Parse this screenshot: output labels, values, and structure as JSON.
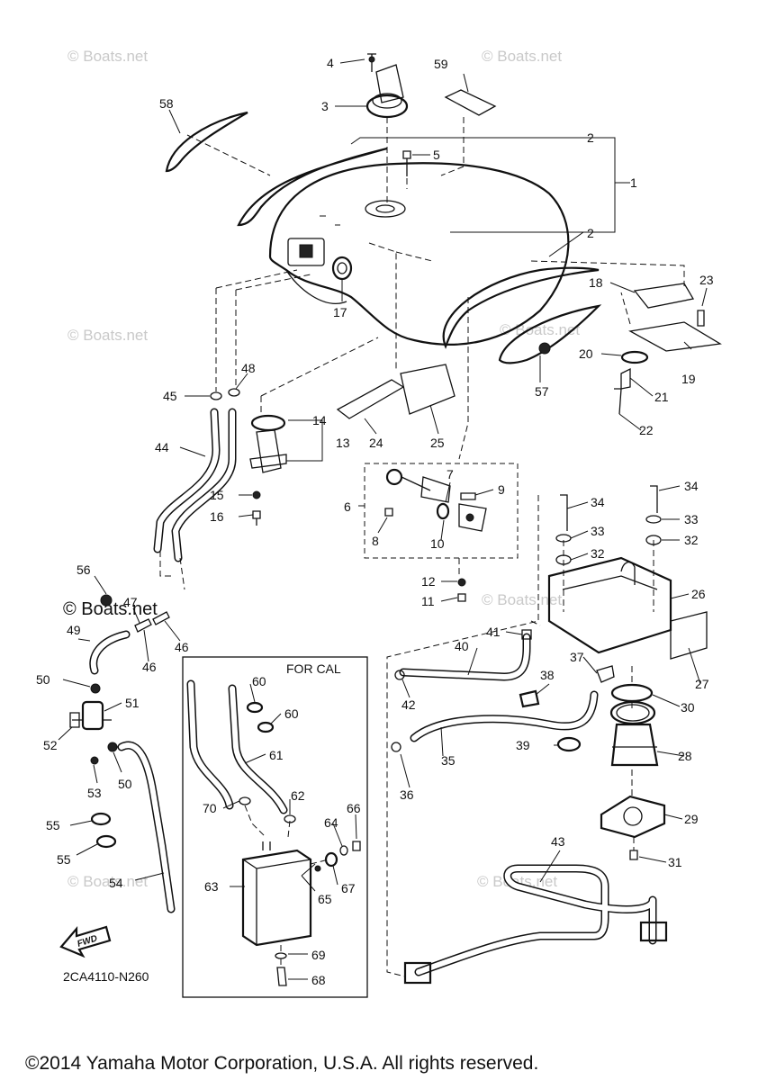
{
  "watermarks": [
    "© Boats.net",
    "© Boats.net",
    "© Boats.net",
    "© Boats.net",
    "© Boats.net",
    "© Boats.net",
    "© Boats.net"
  ],
  "watermark_prominent": "© Boats.net",
  "inset_label": "FOR CAL",
  "fwd_label": "FWD",
  "diagram_code": "2CA4110-N260",
  "copyright": "©2014 Yamaha Motor Corporation, U.S.A. All rights reserved.",
  "callouts": [
    "1",
    "2",
    "2",
    "3",
    "4",
    "5",
    "6",
    "7",
    "8",
    "9",
    "10",
    "11",
    "12",
    "13",
    "14",
    "15",
    "16",
    "17",
    "18",
    "19",
    "20",
    "21",
    "22",
    "23",
    "24",
    "25",
    "26",
    "27",
    "28",
    "29",
    "30",
    "31",
    "32",
    "32",
    "33",
    "33",
    "34",
    "34",
    "35",
    "36",
    "37",
    "38",
    "39",
    "40",
    "41",
    "42",
    "43",
    "44",
    "45",
    "46",
    "46",
    "47",
    "48",
    "49",
    "50",
    "50",
    "51",
    "52",
    "53",
    "54",
    "55",
    "55",
    "56",
    "57",
    "58",
    "59",
    "60",
    "60",
    "61",
    "62",
    "63",
    "64",
    "65",
    "66",
    "67",
    "68",
    "69",
    "70"
  ]
}
